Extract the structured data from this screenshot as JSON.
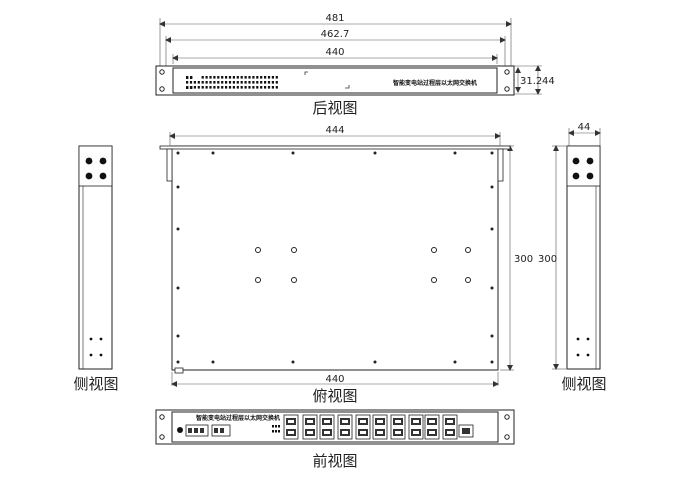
{
  "rear_view": {
    "caption": "后视图",
    "brand_label": "智能变电站过程层以太网交换机",
    "dims": {
      "overall_width": "481",
      "mount_width": "462.7",
      "body_width": "440",
      "panel_height": "31.2",
      "height": "44"
    }
  },
  "top_view": {
    "caption": "俯视图",
    "dims": {
      "width_top": "444",
      "width_bottom": "440",
      "depth": "300"
    }
  },
  "side_view_left": {
    "caption": "侧视图"
  },
  "side_view_right": {
    "caption": "侧视图",
    "dims": {
      "height": "44",
      "depth_inner": "300",
      "depth_outer": "300"
    }
  },
  "front_view": {
    "caption": "前视图",
    "brand_label": "智能变电站过程层以太网交换机"
  }
}
